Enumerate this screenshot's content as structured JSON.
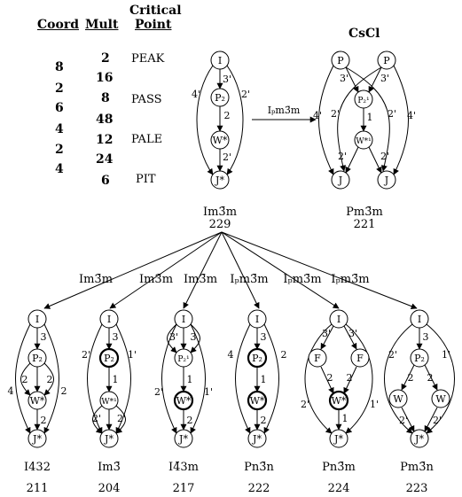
{
  "table": {
    "coord_header": "Coord",
    "mult_header": "Mult",
    "cp_header_line1": "Critical",
    "cp_header_line2": "Point",
    "coord_values": [
      "8",
      "2",
      "6",
      "4",
      "2",
      "4"
    ],
    "mult_values": [
      "2",
      "16",
      "8",
      "48",
      "12",
      "24",
      "6"
    ],
    "cp_names": [
      "PEAK",
      "PASS",
      "PALE",
      "PIT"
    ]
  },
  "top": {
    "cscl_title": "CsCl",
    "arrow_label": "Iₚm3̄m",
    "parent_group": "Im3̄m",
    "parent_number": "229",
    "cscl_group": "Pm3̄m",
    "cscl_number": "221"
  },
  "branches": [
    {
      "label": "Im3̄m",
      "group": "I432",
      "number": "211"
    },
    {
      "label": "Im3̄m",
      "group": "Im3̄",
      "number": "204"
    },
    {
      "label": "Im3̄m",
      "group": "I4̄3m",
      "number": "217"
    },
    {
      "label": "Iₚm3̄m",
      "group": "Pn3̄n",
      "number": "222"
    },
    {
      "label": "Iₚm3̄m",
      "group": "Pn3̄m",
      "number": "224"
    },
    {
      "label": "Iₚm3̄m",
      "group": "Pm3̄n",
      "number": "223"
    }
  ],
  "nodes": {
    "I": "I",
    "P": "P",
    "P2": "P₂",
    "P21": "P₂¹",
    "W": "W*",
    "W1": "W*¹",
    "Wp": "W",
    "J": "J",
    "Jstar": "J*",
    "F": "F"
  },
  "edge_labels": {
    "e1": "1",
    "e2": "2",
    "e3": "3",
    "e4": "4",
    "e1p": "1'",
    "e2p": "2'",
    "e3p": "3'",
    "e4p": "4'"
  }
}
